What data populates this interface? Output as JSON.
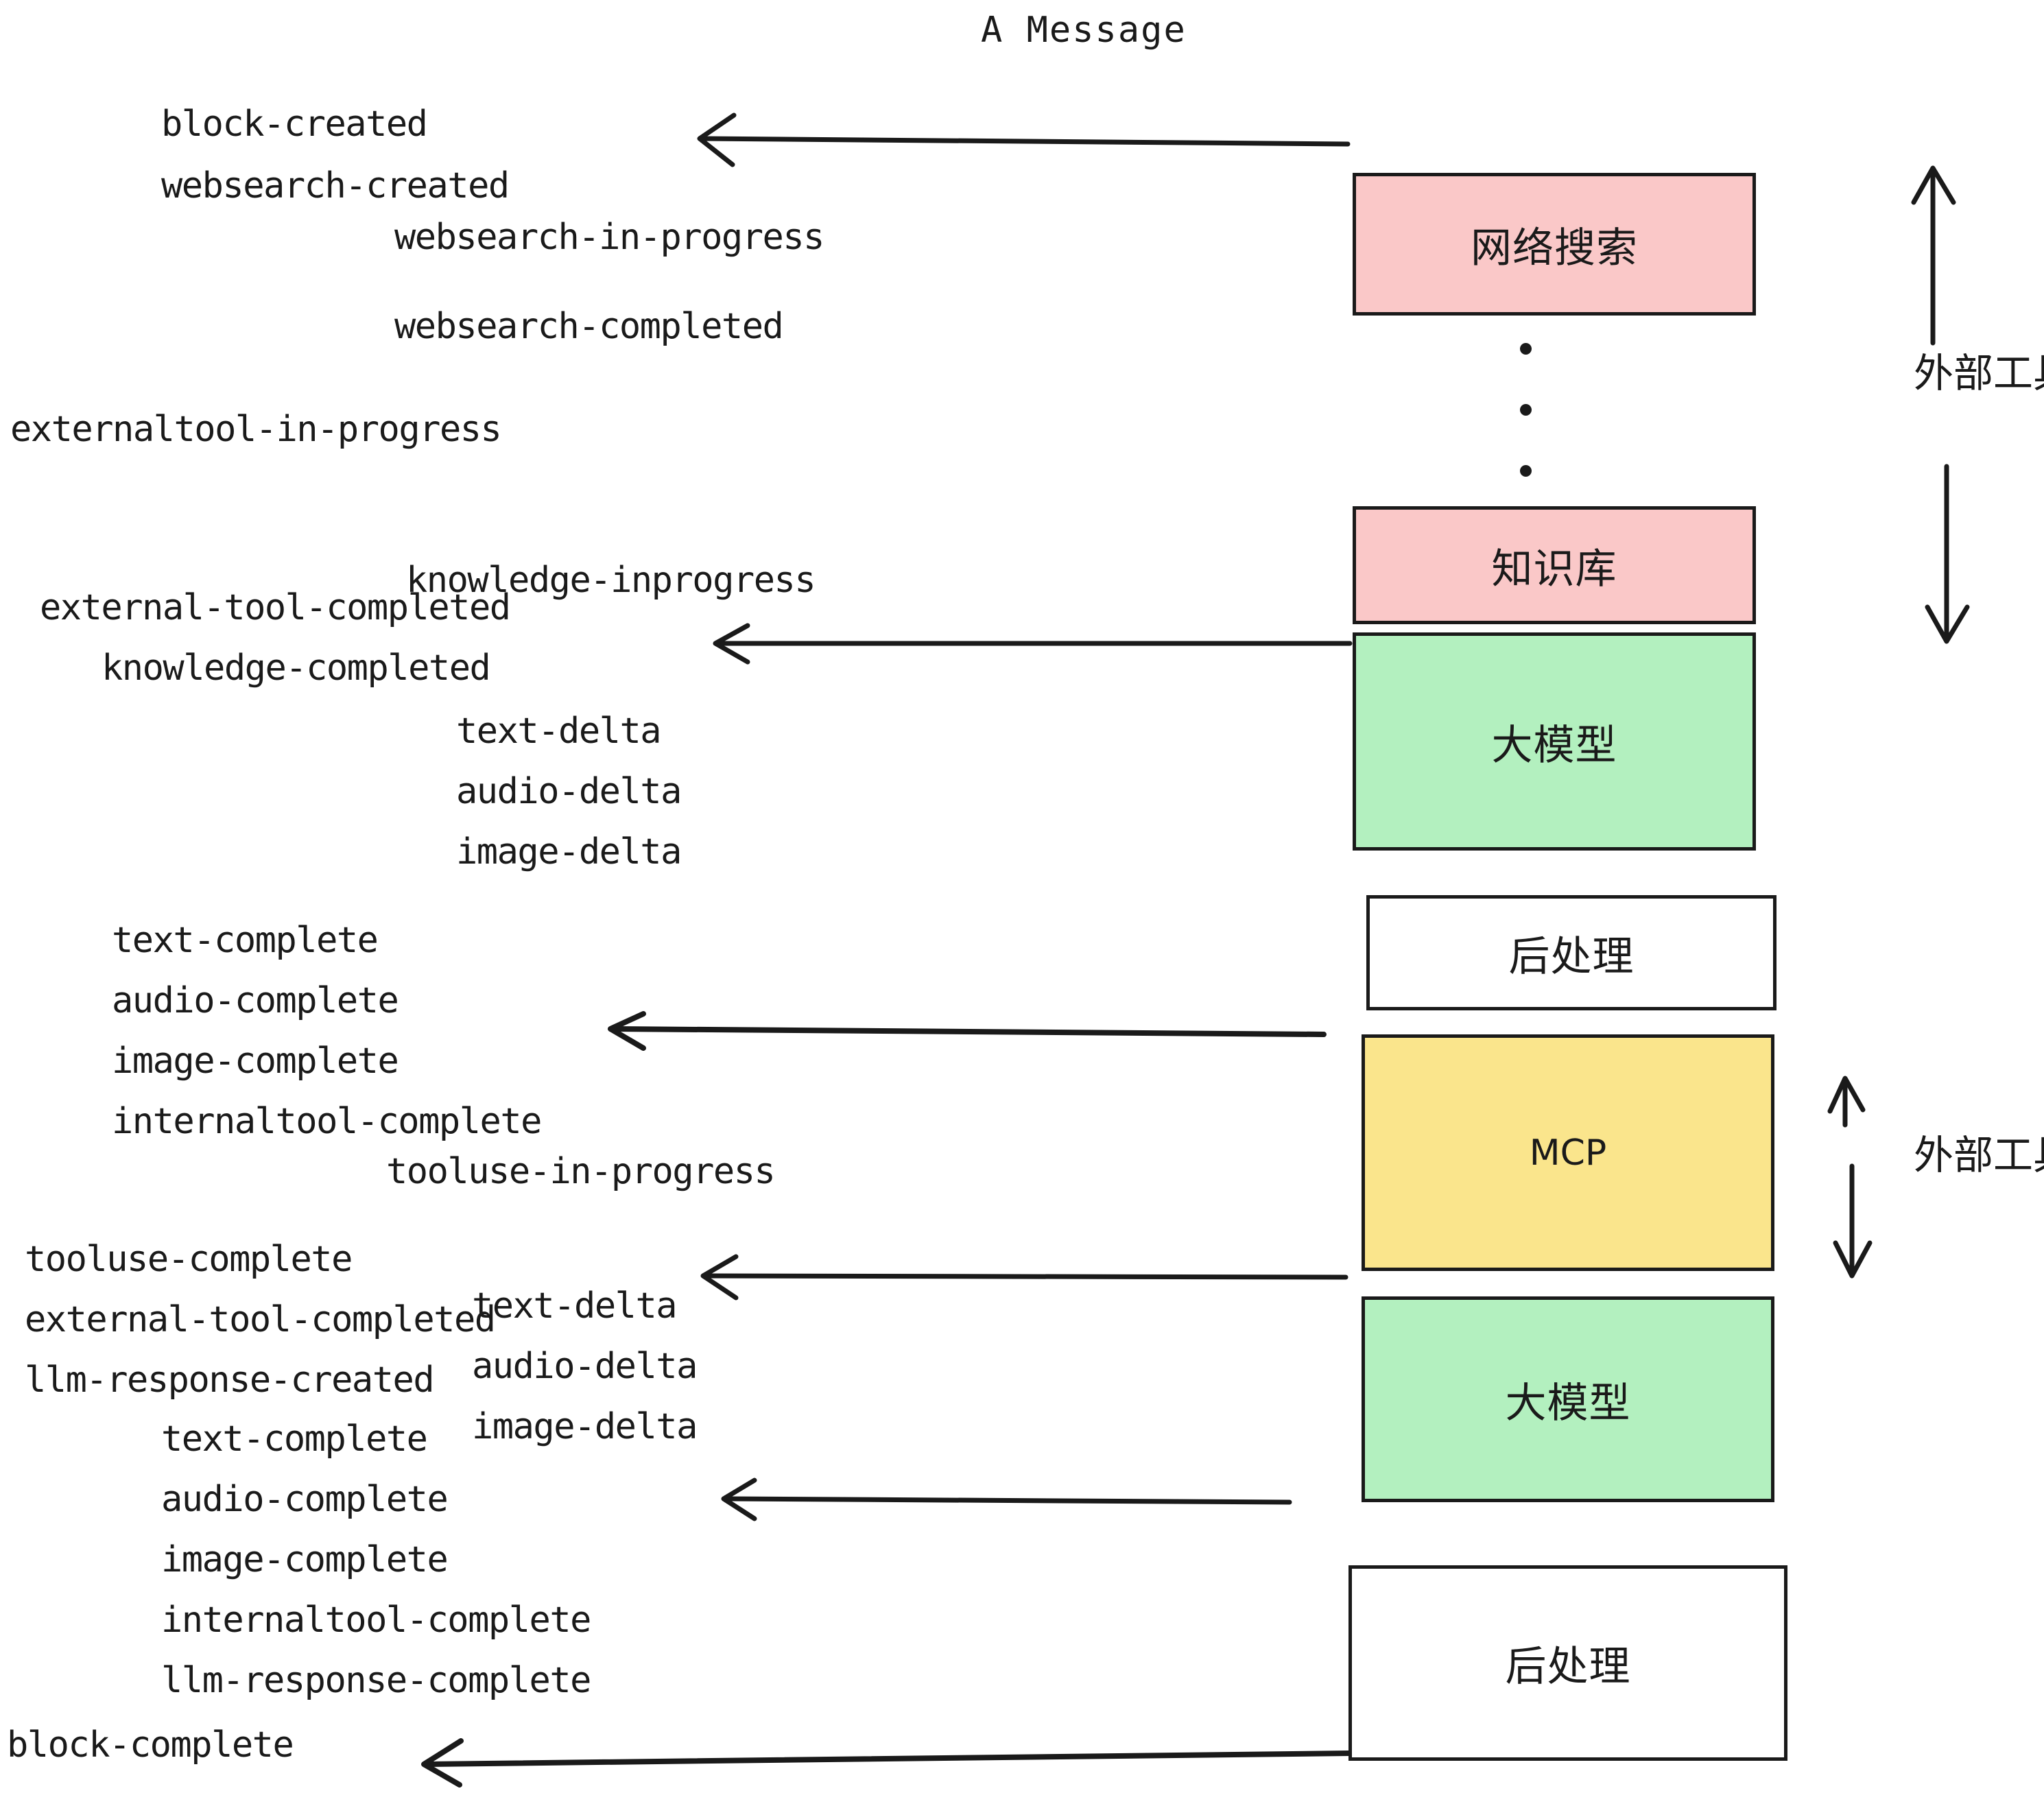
{
  "title": "A Message",
  "colors": {
    "pink": "#FAC8C8",
    "green": "#B3F0BF",
    "yellow": "#FAE58C",
    "white": "#FFFFFF",
    "stroke": "#1A1A1A",
    "text": "#1A1A1A",
    "background": "#FFFFFF"
  },
  "nodes": [
    {
      "id": "websearch",
      "label": "网络搜索",
      "fill": "#FAC8C8",
      "lang": "cjk"
    },
    {
      "id": "knowledge",
      "label": "知识库",
      "fill": "#FAC8C8",
      "lang": "cjk"
    },
    {
      "id": "llm-1",
      "label": "大模型",
      "fill": "#B3F0BF",
      "lang": "cjk"
    },
    {
      "id": "postproc-1",
      "label": "后处理",
      "fill": "#FFFFFF",
      "lang": "cjk"
    },
    {
      "id": "mcp",
      "label": "MCP",
      "fill": "#FAE58C",
      "lang": "latin"
    },
    {
      "id": "llm-2",
      "label": "大模型",
      "fill": "#B3F0BF",
      "lang": "cjk"
    },
    {
      "id": "postproc-2",
      "label": "后处理",
      "fill": "#FFFFFF",
      "lang": "cjk"
    }
  ],
  "side_labels": [
    {
      "id": "ext-tool-top",
      "label": "外部工具"
    },
    {
      "id": "ext-tool-bottom",
      "label": "外部工具"
    }
  ],
  "events": [
    {
      "id": "e01",
      "label": "block-created"
    },
    {
      "id": "e02",
      "label": "websearch-created"
    },
    {
      "id": "e03",
      "label": "websearch-in-progress"
    },
    {
      "id": "e04",
      "label": "websearch-completed"
    },
    {
      "id": "e05",
      "label": "externaltool-in-progress"
    },
    {
      "id": "e06",
      "label": "knowledge-inprogress"
    },
    {
      "id": "e07",
      "label": "external-tool-completed"
    },
    {
      "id": "e08",
      "label": "knowledge-completed"
    },
    {
      "id": "e09",
      "label": "text-delta"
    },
    {
      "id": "e10",
      "label": "audio-delta"
    },
    {
      "id": "e11",
      "label": "image-delta"
    },
    {
      "id": "e12",
      "label": "text-complete"
    },
    {
      "id": "e13",
      "label": "audio-complete"
    },
    {
      "id": "e14",
      "label": "image-complete"
    },
    {
      "id": "e15",
      "label": "internaltool-complete"
    },
    {
      "id": "e16",
      "label": "tooluse-in-progress"
    },
    {
      "id": "e17",
      "label": "tooluse-complete"
    },
    {
      "id": "e18",
      "label": "external-tool-completed"
    },
    {
      "id": "e19",
      "label": "llm-response-created"
    },
    {
      "id": "e20",
      "label": "text-delta"
    },
    {
      "id": "e21",
      "label": "audio-delta"
    },
    {
      "id": "e22",
      "label": "image-delta"
    },
    {
      "id": "e23",
      "label": "text-complete"
    },
    {
      "id": "e24",
      "label": "audio-complete"
    },
    {
      "id": "e25",
      "label": "image-complete"
    },
    {
      "id": "e26",
      "label": "internaltool-complete"
    },
    {
      "id": "e27",
      "label": "llm-response-complete"
    },
    {
      "id": "e28",
      "label": "block-complete"
    }
  ]
}
